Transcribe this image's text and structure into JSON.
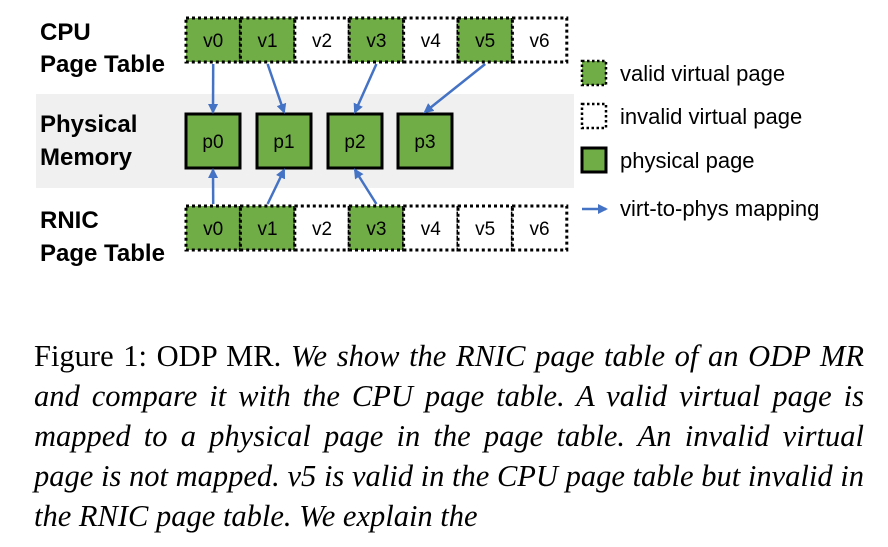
{
  "rows": {
    "cpu": {
      "label_line1": "CPU",
      "label_line2": "Page Table",
      "cells": [
        {
          "label": "v0",
          "valid": true
        },
        {
          "label": "v1",
          "valid": true
        },
        {
          "label": "v2",
          "valid": false
        },
        {
          "label": "v3",
          "valid": true
        },
        {
          "label": "v4",
          "valid": false
        },
        {
          "label": "v5",
          "valid": true
        },
        {
          "label": "v6",
          "valid": false
        }
      ]
    },
    "physical": {
      "label_line1": "Physical",
      "label_line2": "Memory",
      "pages": [
        "p0",
        "p1",
        "p2",
        "p3"
      ]
    },
    "rnic": {
      "label_line1": "RNIC",
      "label_line2": "Page Table",
      "cells": [
        {
          "label": "v0",
          "valid": true
        },
        {
          "label": "v1",
          "valid": true
        },
        {
          "label": "v2",
          "valid": false
        },
        {
          "label": "v3",
          "valid": true
        },
        {
          "label": "v4",
          "valid": false
        },
        {
          "label": "v5",
          "valid": false
        },
        {
          "label": "v6",
          "valid": false
        }
      ]
    }
  },
  "mappings": {
    "cpu": [
      {
        "virtual": 0,
        "physical": 0
      },
      {
        "virtual": 1,
        "physical": 1
      },
      {
        "virtual": 3,
        "physical": 2
      },
      {
        "virtual": 5,
        "physical": 3
      }
    ],
    "rnic": [
      {
        "virtual": 0,
        "physical": 0
      },
      {
        "virtual": 1,
        "physical": 1
      },
      {
        "virtual": 3,
        "physical": 2
      }
    ]
  },
  "legend": {
    "valid": "valid virtual page",
    "invalid": "invalid virtual page",
    "physical": "physical page",
    "mapping": "virt-to-phys mapping"
  },
  "colors": {
    "green": "#70ad47",
    "arrow": "#4472c4",
    "band": "#f0f0f0"
  },
  "caption": {
    "lead": "Figure 1: ODP MR.",
    "body": "We show the RNIC page table of an ODP MR and compare it with the CPU page table. A valid virtual page is mapped to a physical page in the page table. An invalid virtual page is not mapped. v5 is valid in the CPU page table but invalid in the RNIC page table. We explain the"
  }
}
